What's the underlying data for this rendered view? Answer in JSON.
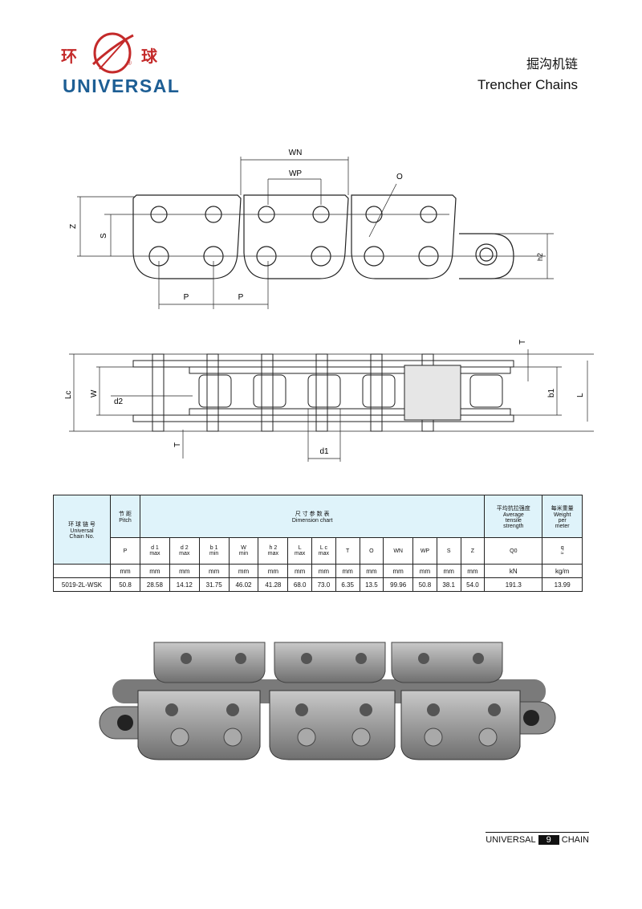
{
  "brand": {
    "chinese": "环球",
    "chinese_left": "环",
    "chinese_right": "球",
    "english": "UNIVERSAL",
    "registered": "®"
  },
  "page_title": {
    "chinese": "掘沟机链",
    "english": "Trencher Chains"
  },
  "side_view_labels": {
    "wn": "WN",
    "wp": "WP",
    "o": "O",
    "z": "Z",
    "s": "S",
    "h2": "h2",
    "p1": "P",
    "p2": "P"
  },
  "top_view_labels": {
    "lc": "Lc",
    "w": "W",
    "d2": "d2",
    "t_bottom": "T",
    "t_top": "T",
    "b1": "b1",
    "l": "L",
    "d1": "d1"
  },
  "table": {
    "header_chain_cn": "环 球 链 号",
    "header_chain_en_1": "Universal",
    "header_chain_en_2": "Chain  No.",
    "header_pitch_cn": "节 距",
    "header_pitch_en": "Pitch",
    "header_dims_cn": "尺 寸 参 数 表",
    "header_dims_en": "Dimension chart",
    "header_strength_cn": "平均抗拉强度",
    "header_strength_en_1": "Average",
    "header_strength_en_2": "tensile",
    "header_strength_en_3": "strength",
    "header_weight_cn": "每米重量",
    "header_weight_en_1": "Weight",
    "header_weight_en_2": "per",
    "header_weight_en_3": "meter",
    "col_symbols": [
      {
        "sym": "P",
        "sub": ""
      },
      {
        "sym": "d 1",
        "sub": "max"
      },
      {
        "sym": "d 2",
        "sub": "max"
      },
      {
        "sym": "b 1",
        "sub": "min"
      },
      {
        "sym": "W",
        "sub": "min"
      },
      {
        "sym": "h 2",
        "sub": "max"
      },
      {
        "sym": "L",
        "sub": "max"
      },
      {
        "sym": "L c",
        "sub": "max"
      },
      {
        "sym": "T",
        "sub": ""
      },
      {
        "sym": "O",
        "sub": ""
      },
      {
        "sym": "WN",
        "sub": ""
      },
      {
        "sym": "WP",
        "sub": ""
      },
      {
        "sym": "S",
        "sub": ""
      },
      {
        "sym": "Z",
        "sub": ""
      },
      {
        "sym": "Q0",
        "sub": ""
      },
      {
        "sym": "q",
        "sub": "≈"
      }
    ],
    "units": [
      "mm",
      "mm",
      "mm",
      "mm",
      "mm",
      "mm",
      "mm",
      "mm",
      "mm",
      "mm",
      "mm",
      "mm",
      "mm",
      "mm",
      "kN",
      "kg/m"
    ],
    "rows": [
      {
        "chain_no": "5019-2L-WSK",
        "values": [
          "50.8",
          "28.58",
          "14.12",
          "31.75",
          "46.02",
          "41.28",
          "68.0",
          "73.0",
          "6.35",
          "13.5",
          "99.96",
          "50.8",
          "38.1",
          "54.0",
          "191.3",
          "13.99"
        ]
      }
    ]
  },
  "footer": {
    "left": "UNIVERSAL",
    "page": "9",
    "right": "CHAIN"
  }
}
